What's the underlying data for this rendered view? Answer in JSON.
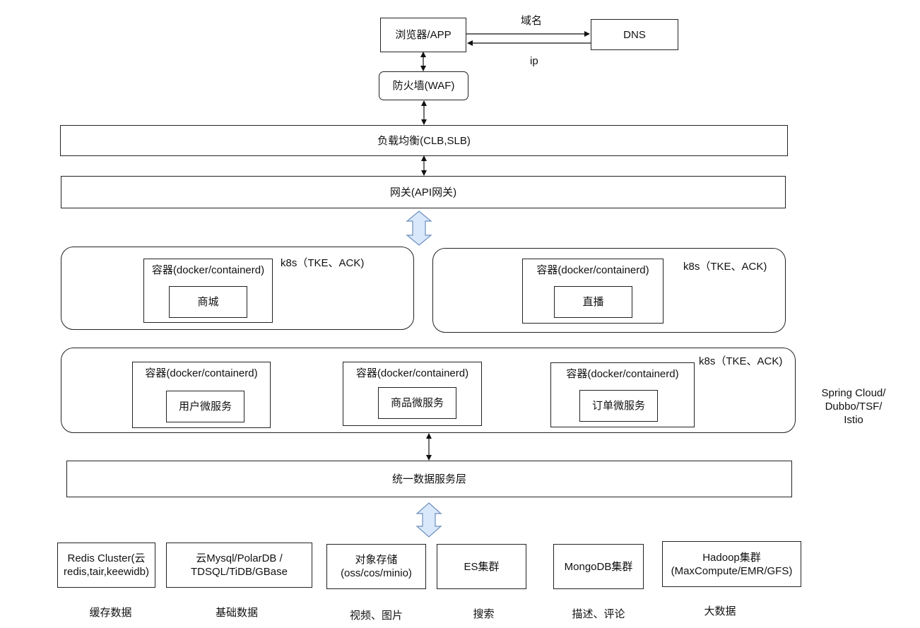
{
  "top": {
    "browser": "浏览器/APP",
    "dns": "DNS",
    "arrow_domain": "域名",
    "arrow_ip": "ip",
    "waf": "防火墙(WAF)"
  },
  "lb": "负载均衡(CLB,SLB)",
  "gateway": "网关(API网关)",
  "k8s_left": {
    "k8s": "k8s（TKE、ACK)",
    "container": "容器(docker/containerd)",
    "service": "商城"
  },
  "k8s_right": {
    "k8s": "k8s（TKE、ACK)",
    "container": "容器(docker/containerd)",
    "service": "直播"
  },
  "k8s_micro": {
    "k8s": "k8s（TKE、ACK)",
    "containers": [
      {
        "title": "容器(docker/containerd)",
        "service": "用户微服务"
      },
      {
        "title": "容器(docker/containerd)",
        "service": "商品微服务"
      },
      {
        "title": "容器(docker/containerd)",
        "service": "订单微服务"
      }
    ]
  },
  "side_note": {
    "line1": "Spring Cloud/",
    "line2": "Dubbo/TSF/",
    "line3": "Istio"
  },
  "data_layer": "统一数据服务层",
  "stores": [
    {
      "line1": "Redis Cluster(云",
      "line2": "redis,tair,keewidb)",
      "caption": "缓存数据"
    },
    {
      "line1": "云Mysql/PolarDB /",
      "line2": "TDSQL/TiDB/GBase",
      "caption": "基础数据"
    },
    {
      "line1": "对象存储",
      "line2": "(oss/cos/minio)",
      "caption": "视频、图片"
    },
    {
      "line1": "ES集群",
      "line2": "",
      "caption": "搜索"
    },
    {
      "line1": "MongoDB集群",
      "line2": "",
      "caption": "描述、评论"
    },
    {
      "line1": "Hadoop集群",
      "line2": "(MaxCompute/EMR/GFS)",
      "caption": "大数据"
    }
  ],
  "colors": {
    "border": "#222222",
    "hollow_arrow_fill": "#dae8fc",
    "hollow_arrow_stroke": "#6c8ebf"
  }
}
